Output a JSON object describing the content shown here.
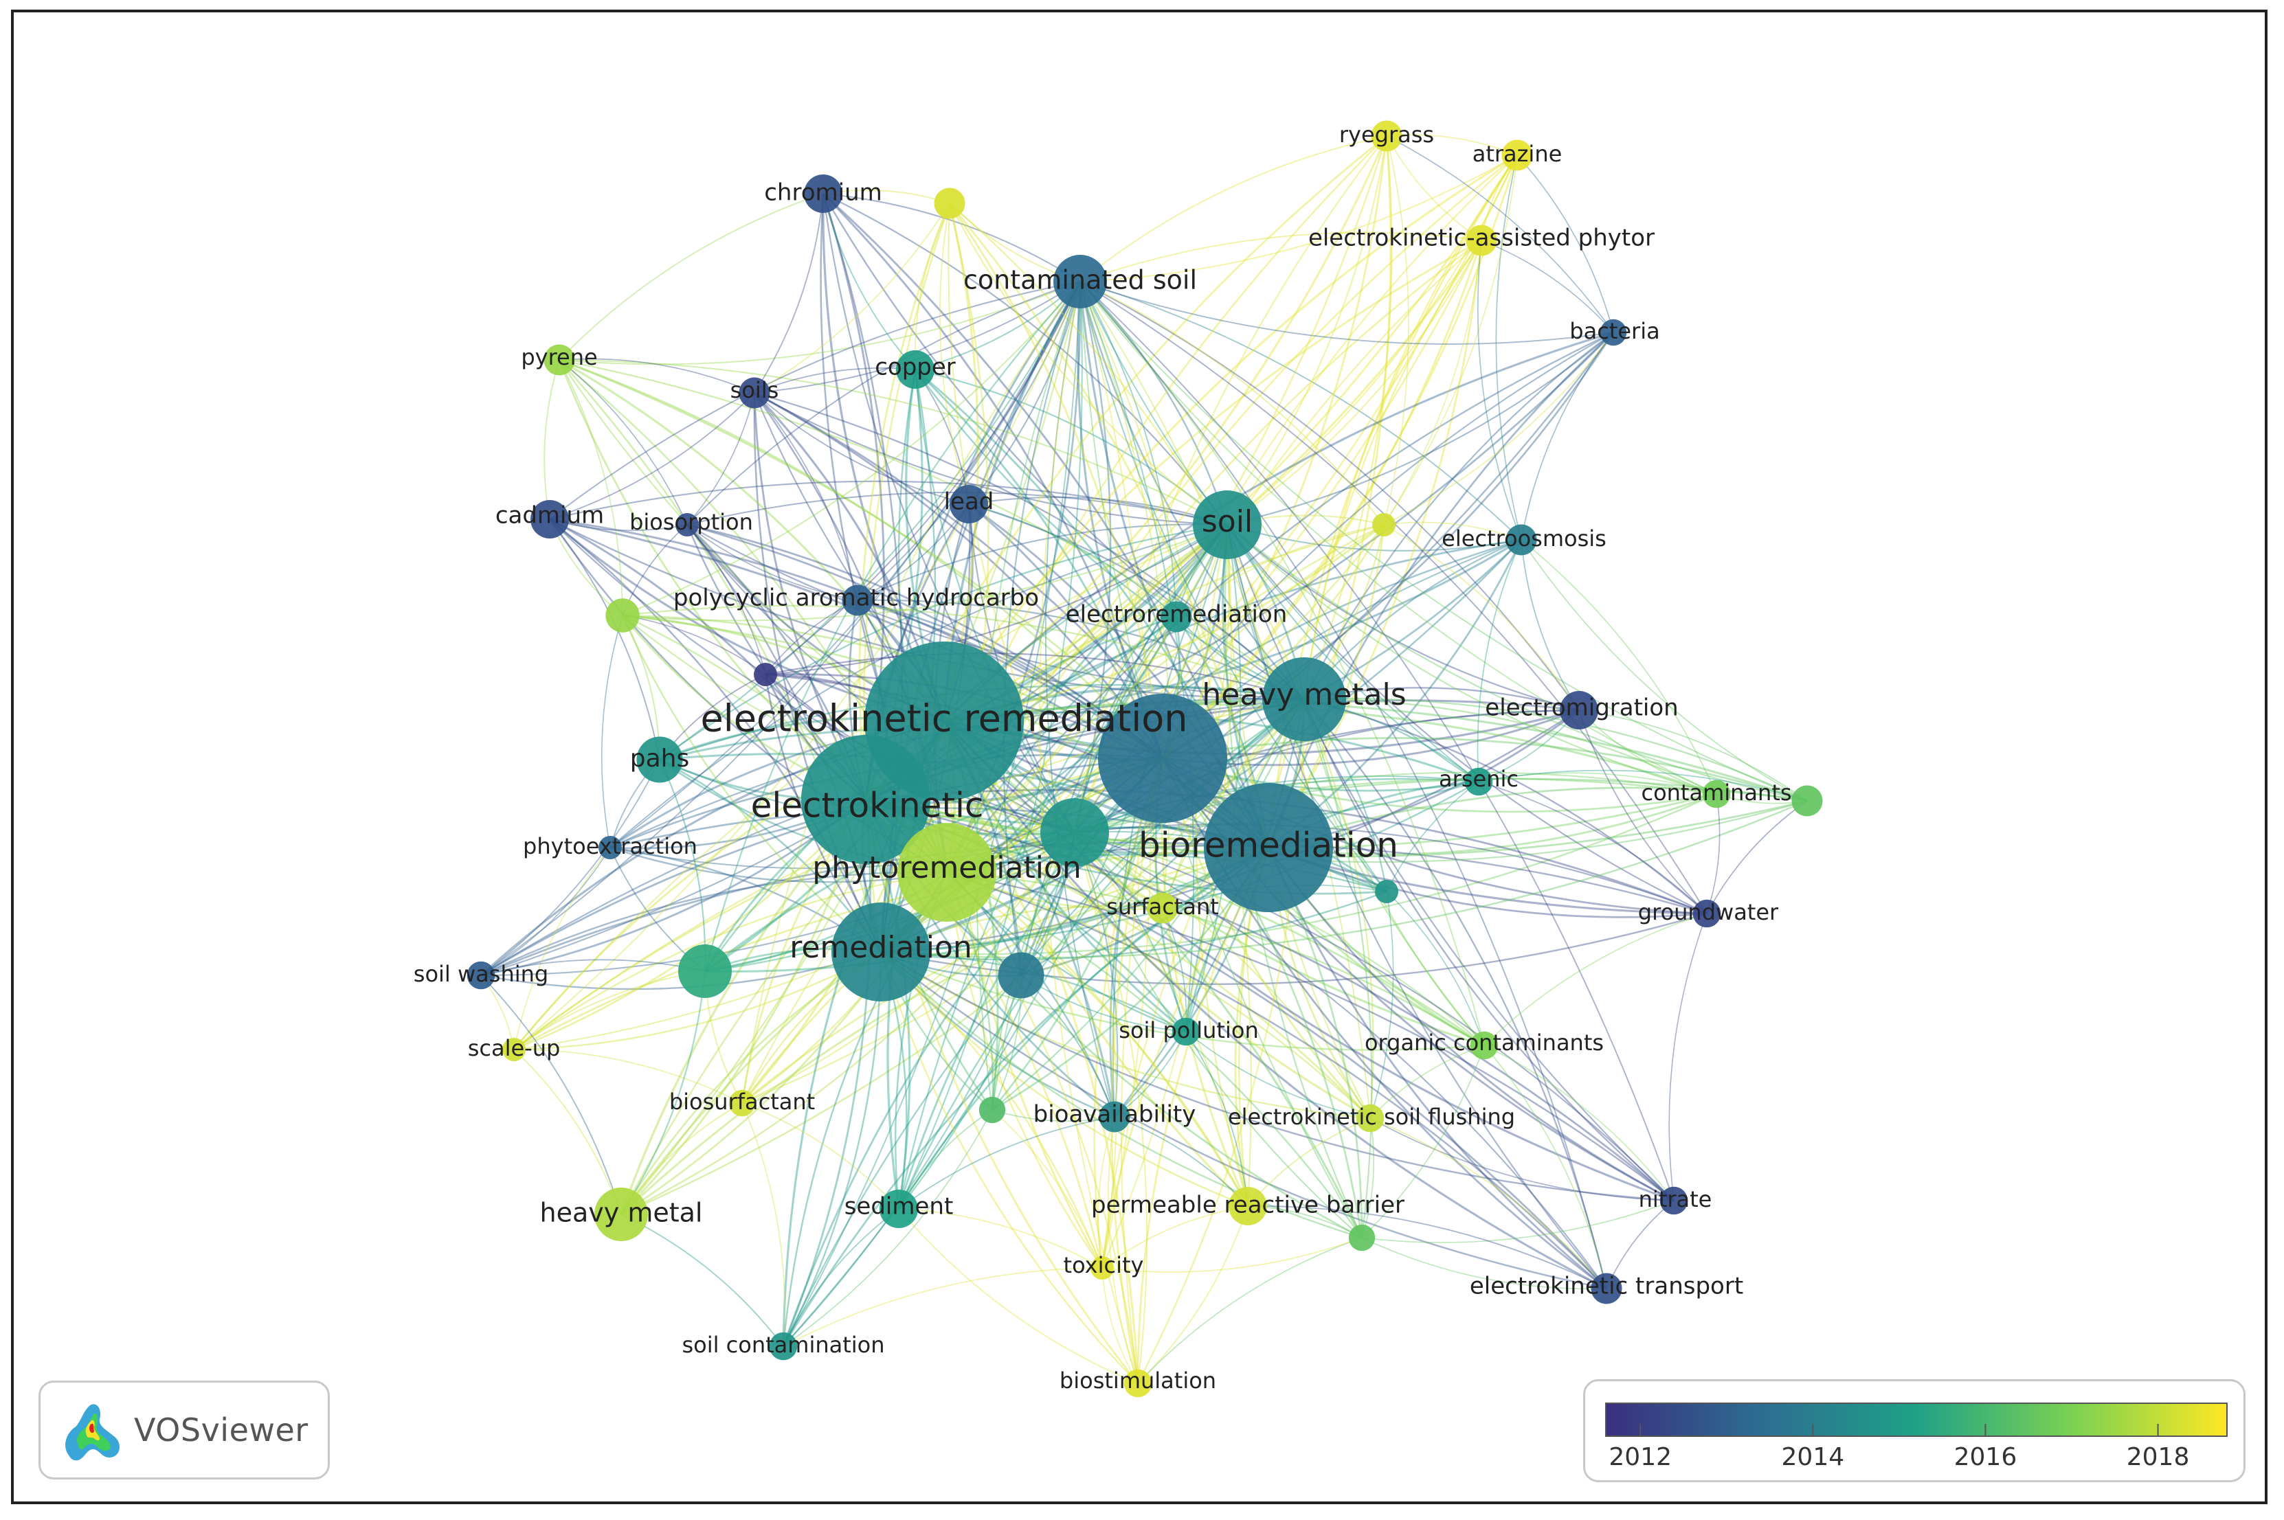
{
  "brand": {
    "name": "VOSviewer",
    "logo_icon": "vosviewer-logo-icon"
  },
  "color_scale": {
    "stops": [
      "#3b2f7f",
      "#2c6d91",
      "#1fa187",
      "#7ad151",
      "#fde725"
    ],
    "min_year": 2011.6,
    "max_year": 2018.8,
    "ticks": [
      {
        "year": 2012,
        "label": "2012"
      },
      {
        "year": 2014,
        "label": "2014"
      },
      {
        "year": 2016,
        "label": "2016"
      },
      {
        "year": 2018,
        "label": "2018"
      }
    ]
  },
  "nodes": [
    {
      "id": "electrokinetic remediation",
      "label": "electrokinetic remediation",
      "year": 2014.5,
      "weight": 10
    },
    {
      "id": "electrokinetic",
      "label": "electrokinetic",
      "year": 2014.6,
      "weight": 8
    },
    {
      "id": "bioremediation",
      "label": "bioremediation",
      "year": 2013.8,
      "weight": 8
    },
    {
      "id": "phytoremediation",
      "label": "phytoremediation",
      "year": 2017.6,
      "weight": 6
    },
    {
      "id": "heavy metals",
      "label": "heavy metals",
      "year": 2014.2,
      "weight": 5
    },
    {
      "id": "remediation",
      "label": "remediation",
      "year": 2014.3,
      "weight": 6
    },
    {
      "id": "soil",
      "label": "soil",
      "year": 2014.6,
      "weight": 4
    },
    {
      "id": "contaminated soil",
      "label": "contaminated soil",
      "year": 2013.4,
      "weight": 3
    },
    {
      "id": "chromium",
      "label": "chromium",
      "year": 2012.6,
      "weight": 2
    },
    {
      "id": "copper",
      "label": "copper",
      "year": 2015.0,
      "weight": 2
    },
    {
      "id": "soils",
      "label": "soils",
      "year": 2012.4,
      "weight": 1.5
    },
    {
      "id": "pyrene",
      "label": "pyrene",
      "year": 2017.4,
      "weight": 1.5
    },
    {
      "id": "cadmium",
      "label": "cadmium",
      "year": 2012.5,
      "weight": 2
    },
    {
      "id": "biosorption",
      "label": "biosorption",
      "year": 2012.5,
      "weight": 1
    },
    {
      "id": "lead",
      "label": "lead",
      "year": 2012.8,
      "weight": 2
    },
    {
      "id": "polycyclic aromatic hydrocarbo",
      "label": "polycyclic aromatic hydrocarbo",
      "year": 2013.0,
      "weight": 1.5
    },
    {
      "id": "electroremediation",
      "label": "electroremediation",
      "year": 2014.8,
      "weight": 1.5
    },
    {
      "id": "electroosmosis",
      "label": "electroosmosis",
      "year": 2014.0,
      "weight": 1.5
    },
    {
      "id": "ryegrass",
      "label": "ryegrass",
      "year": 2018.4,
      "weight": 1.5
    },
    {
      "id": "atrazine",
      "label": "atrazine",
      "year": 2018.5,
      "weight": 1.5
    },
    {
      "id": "electrokinetic-assisted phytor",
      "label": "electrokinetic-assisted phytor",
      "year": 2018.4,
      "weight": 1.5
    },
    {
      "id": "bacteria",
      "label": "bacteria",
      "year": 2013.0,
      "weight": 1.2
    },
    {
      "id": "electromigration",
      "label": "electromigration",
      "year": 2012.4,
      "weight": 2
    },
    {
      "id": "arsenic",
      "label": "arsenic",
      "year": 2015.0,
      "weight": 1.3
    },
    {
      "id": "contaminants",
      "label": "contaminants",
      "year": 2016.8,
      "weight": 1.3
    },
    {
      "id": "groundwater",
      "label": "groundwater",
      "year": 2012.3,
      "weight": 1.3
    },
    {
      "id": "surfactant",
      "label": "surfactant",
      "year": 2018.0,
      "weight": 1.5
    },
    {
      "id": "pahs",
      "label": "pahs",
      "year": 2014.8,
      "weight": 2.5
    },
    {
      "id": "phytoextraction",
      "label": "phytoextraction",
      "year": 2013.2,
      "weight": 1
    },
    {
      "id": "soil washing",
      "label": "soil washing",
      "year": 2012.9,
      "weight": 1.3
    },
    {
      "id": "scale-up",
      "label": "scale-up",
      "year": 2018.2,
      "weight": 1
    },
    {
      "id": "biosurfactant",
      "label": "biosurfactant",
      "year": 2018.2,
      "weight": 1.2
    },
    {
      "id": "soil pollution",
      "label": "soil pollution",
      "year": 2015.0,
      "weight": 1.3
    },
    {
      "id": "organic contaminants",
      "label": "organic contaminants",
      "year": 2017.0,
      "weight": 1.3
    },
    {
      "id": "bioavailability",
      "label": "bioavailability",
      "year": 2014.2,
      "weight": 1.5
    },
    {
      "id": "electrokinetic soil flushing",
      "label": "electrokinetic soil flushing",
      "year": 2018.0,
      "weight": 1.3
    },
    {
      "id": "heavy metal",
      "label": "heavy metal",
      "year": 2017.7,
      "weight": 3
    },
    {
      "id": "sediment",
      "label": "sediment",
      "year": 2015.2,
      "weight": 2
    },
    {
      "id": "permeable reactive barrier",
      "label": "permeable reactive barrier",
      "year": 2018.2,
      "weight": 2
    },
    {
      "id": "toxicity",
      "label": "toxicity",
      "year": 2018.4,
      "weight": 1
    },
    {
      "id": "nitrate",
      "label": "nitrate",
      "year": 2012.4,
      "weight": 1.3
    },
    {
      "id": "electrokinetic transport",
      "label": "electrokinetic transport",
      "year": 2012.6,
      "weight": 1.5
    },
    {
      "id": "soil contamination",
      "label": "soil contamination",
      "year": 2014.8,
      "weight": 1.3
    },
    {
      "id": "biostimulation",
      "label": "biostimulation",
      "year": 2018.4,
      "weight": 1.3
    },
    {
      "id": "u1",
      "label": "",
      "year": 2018.3,
      "weight": 1.5
    },
    {
      "id": "u2",
      "label": "",
      "year": 2018.2,
      "weight": 1
    },
    {
      "id": "u3",
      "label": "",
      "year": 2017.4,
      "weight": 1.7
    },
    {
      "id": "u4",
      "label": "",
      "year": 2012.0,
      "weight": 1
    },
    {
      "id": "u5",
      "label": "",
      "year": 2013.6,
      "weight": 8
    },
    {
      "id": "u6",
      "label": "",
      "year": 2014.8,
      "weight": 4
    },
    {
      "id": "u7",
      "label": "",
      "year": 2015.5,
      "weight": 3
    },
    {
      "id": "u8",
      "label": "",
      "year": 2013.8,
      "weight": 2.5
    },
    {
      "id": "u9",
      "label": "",
      "year": 2014.8,
      "weight": 1
    },
    {
      "id": "u10",
      "label": "",
      "year": 2016.2,
      "weight": 1.2
    },
    {
      "id": "u11",
      "label": "",
      "year": 2016.5,
      "weight": 1.2
    },
    {
      "id": "u12",
      "label": "",
      "year": 2016.5,
      "weight": 1.5
    }
  ]
}
